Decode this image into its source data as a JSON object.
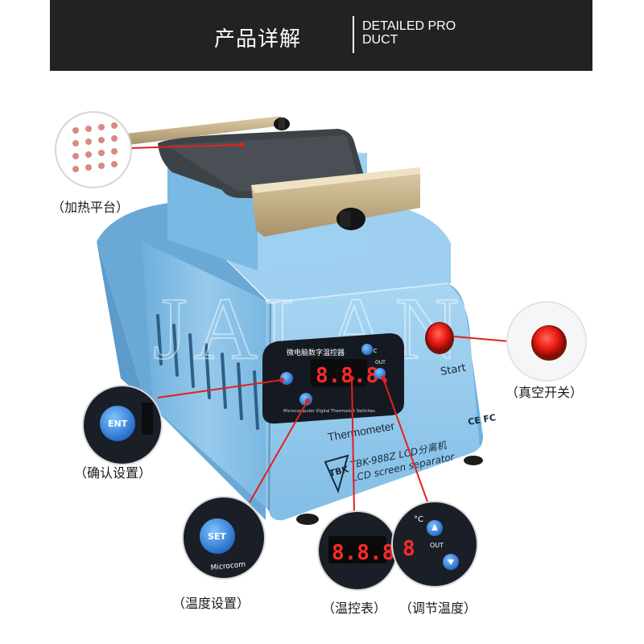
{
  "header": {
    "title_zh": "产品详解",
    "title_en_line1": "DETAILED PRO",
    "title_en_line2": "DUCT"
  },
  "watermark": "JALAN",
  "machine": {
    "display_title": "微电脑数字温控器",
    "display_digits": "8.8.8.",
    "display_caption": "Microcomputer Digital Thermostat Switches",
    "deg_c": "°C",
    "out_label": "OUT",
    "set_label": "SET",
    "ent_label": "ENT",
    "thermometer_label": "Thermometer",
    "model_line1": "TBK-988Z LCD分离机",
    "model_line2": "LCD screen separator",
    "brand": "TBK",
    "start_label": "Start",
    "cert": "CE FC"
  },
  "callouts": {
    "heating_platform": "（加热平台）",
    "vacuum_switch": "（真空开关）",
    "confirm_setting": "（确认设置）",
    "temp_setting": "（温度设置）",
    "thermostat": "（温控表）",
    "adjust_temp": "（调节温度）"
  },
  "zoom": {
    "ent_text": "ENT",
    "set_text": "SET",
    "set_caption": "Microcom",
    "digits_text": "8.8.8.",
    "out_text": "OUT",
    "deg_c": "°C"
  },
  "colors": {
    "machine_blue": "#8fc6ea",
    "machine_blue_dark": "#5f9fcb",
    "panel_black": "#151a22",
    "plate_gold": "#c9b48a",
    "plate_dark": "#3c4044",
    "led_red": "#ff2222",
    "callout_red": "#e0221c",
    "start_red": "#e81a12"
  }
}
